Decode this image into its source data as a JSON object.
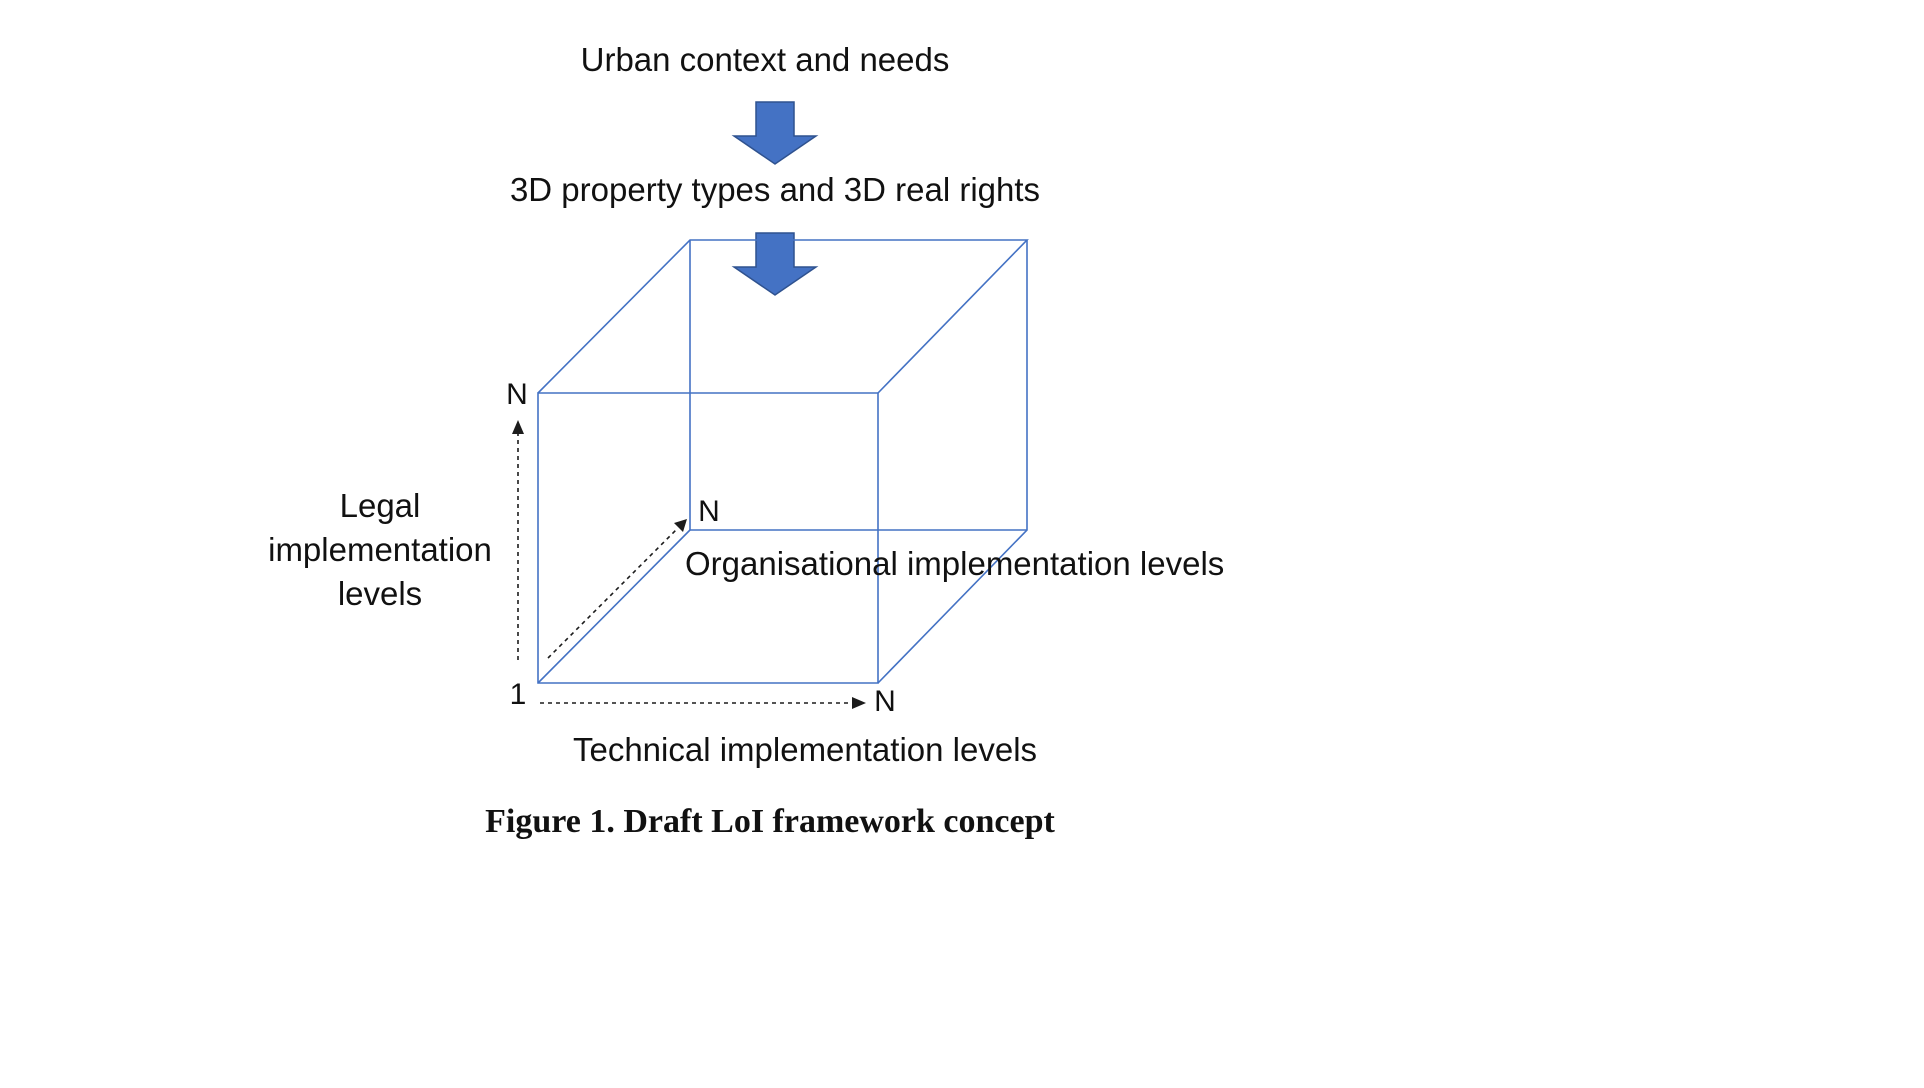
{
  "diagram": {
    "flow_top_label": "Urban context and needs",
    "flow_bottom_label": "3D property types and 3D real rights"
  },
  "axes": {
    "legal": {
      "lines": [
        "Legal",
        "implementation",
        "levels"
      ],
      "max_label": "N"
    },
    "organisational": {
      "label": "Organisational implementation levels",
      "max_label": "N"
    },
    "technical": {
      "label": "Technical implementation levels",
      "min_label": "1",
      "max_label": "N"
    }
  },
  "caption": "Figure 1. Draft LoI framework concept",
  "colors": {
    "shape_blue": "#4472C4",
    "shape_blue_dark": "#2F528F",
    "cube_line": "#4472C4",
    "text": "#111111"
  }
}
